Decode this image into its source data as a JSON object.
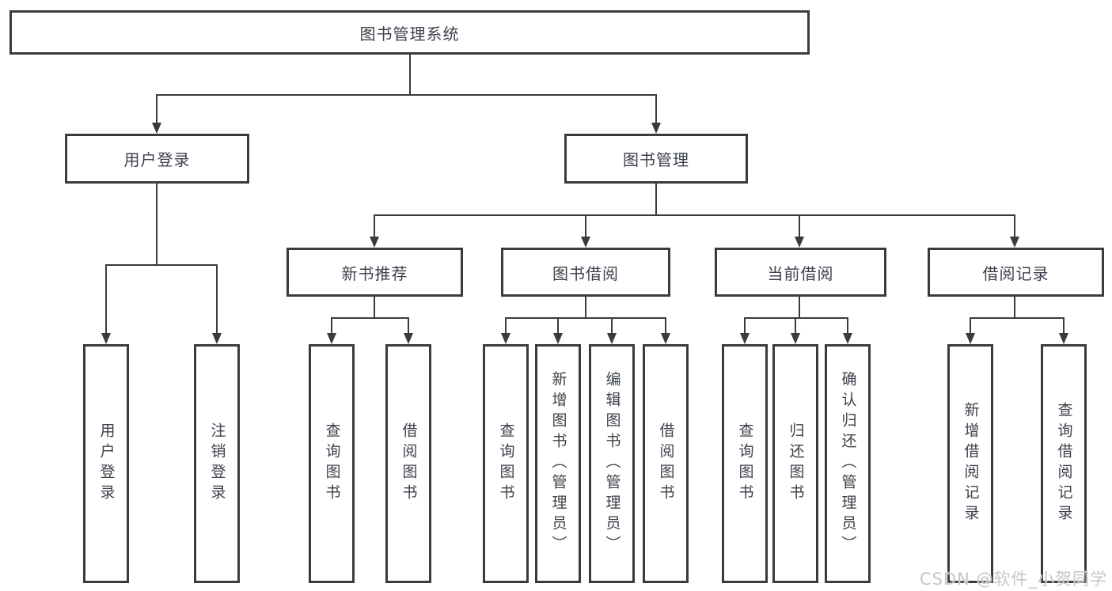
{
  "tree": {
    "root": {
      "label": "图书管理系统",
      "children": [
        {
          "label": "用户登录",
          "children": [
            {
              "label": "用户登录"
            },
            {
              "label": "注销登录"
            }
          ]
        },
        {
          "label": "图书管理",
          "children": [
            {
              "label": "新书推荐",
              "children": [
                {
                  "label": "查询图书"
                },
                {
                  "label": "借阅图书"
                }
              ]
            },
            {
              "label": "图书借阅",
              "children": [
                {
                  "label": "查询图书"
                },
                {
                  "label": "新增图书（管理员）"
                },
                {
                  "label": "编辑图书（管理员）"
                },
                {
                  "label": "借阅图书"
                }
              ]
            },
            {
              "label": "当前借阅",
              "children": [
                {
                  "label": "查询图书"
                },
                {
                  "label": "归还图书"
                },
                {
                  "label": "确认归还（管理员）"
                }
              ]
            },
            {
              "label": "借阅记录",
              "children": [
                {
                  "label": "新增借阅记录"
                },
                {
                  "label": "查询借阅记录"
                }
              ]
            }
          ]
        }
      ]
    }
  },
  "watermark": "CSDN @软件_小贺同学",
  "colors": {
    "line": "#3b3b3b",
    "text": "#3c414b",
    "watermark": "#c6c6c6",
    "background": "#ffffff"
  }
}
